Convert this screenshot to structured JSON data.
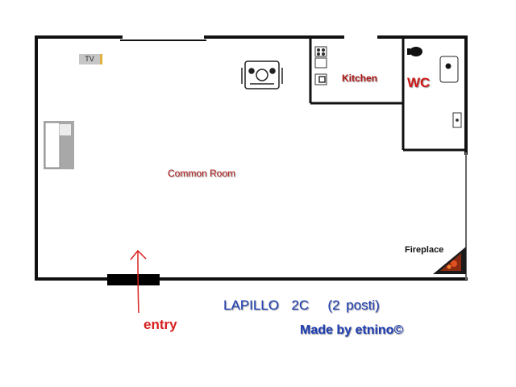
{
  "plan": {
    "rooms": {
      "common_room": "Common Room",
      "kitchen": "Kitchen",
      "wc": "WC"
    },
    "fixtures": {
      "tv": "TV",
      "fireplace": "Fireplace",
      "entry": "entry"
    },
    "title": "LAPILLO  2C   (2 posti)",
    "credit": "Made by etnino©",
    "colors": {
      "wall": "#111111",
      "room_label": "#b01818",
      "caption_blue": "#1f3fb0",
      "entry_red": "#d82020"
    },
    "icons": [
      "bed-icon",
      "tv-icon",
      "stove-icon",
      "sink-icon",
      "toilet-icon",
      "wash-basin-icon",
      "fireplace-icon",
      "entry-arrow-icon"
    ]
  }
}
